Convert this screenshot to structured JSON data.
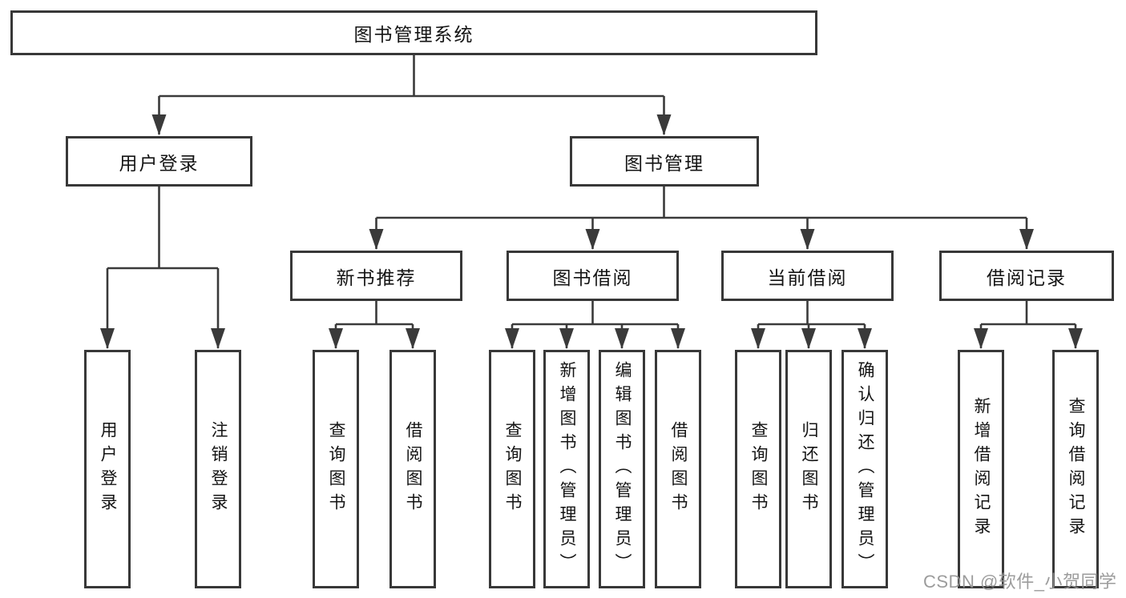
{
  "diagram": {
    "root": {
      "label": "图书管理系统"
    },
    "level2": [
      {
        "label": "用户登录"
      },
      {
        "label": "图书管理"
      }
    ],
    "level3": [
      {
        "label": "新书推荐"
      },
      {
        "label": "图书借阅"
      },
      {
        "label": "当前借阅"
      },
      {
        "label": "借阅记录"
      }
    ],
    "leaves": [
      {
        "label": "用户登录"
      },
      {
        "label": "注销登录"
      },
      {
        "label": "查询图书"
      },
      {
        "label": "借阅图书"
      },
      {
        "label": "查询图书"
      },
      {
        "label": "新增图书（管理员）"
      },
      {
        "label": "编辑图书（管理员）"
      },
      {
        "label": "借阅图书"
      },
      {
        "label": "查询图书"
      },
      {
        "label": "归还图书"
      },
      {
        "label": "确认归还（管理员）"
      },
      {
        "label": "新增借阅记录"
      },
      {
        "label": "查询借阅记录"
      }
    ]
  },
  "watermark": {
    "text": "CSDN @软件_小贺同学"
  },
  "colors": {
    "line": "#3a3a3a",
    "border": "#383838",
    "text": "#141414",
    "watermark": "#949494",
    "background": "#ffffff"
  }
}
